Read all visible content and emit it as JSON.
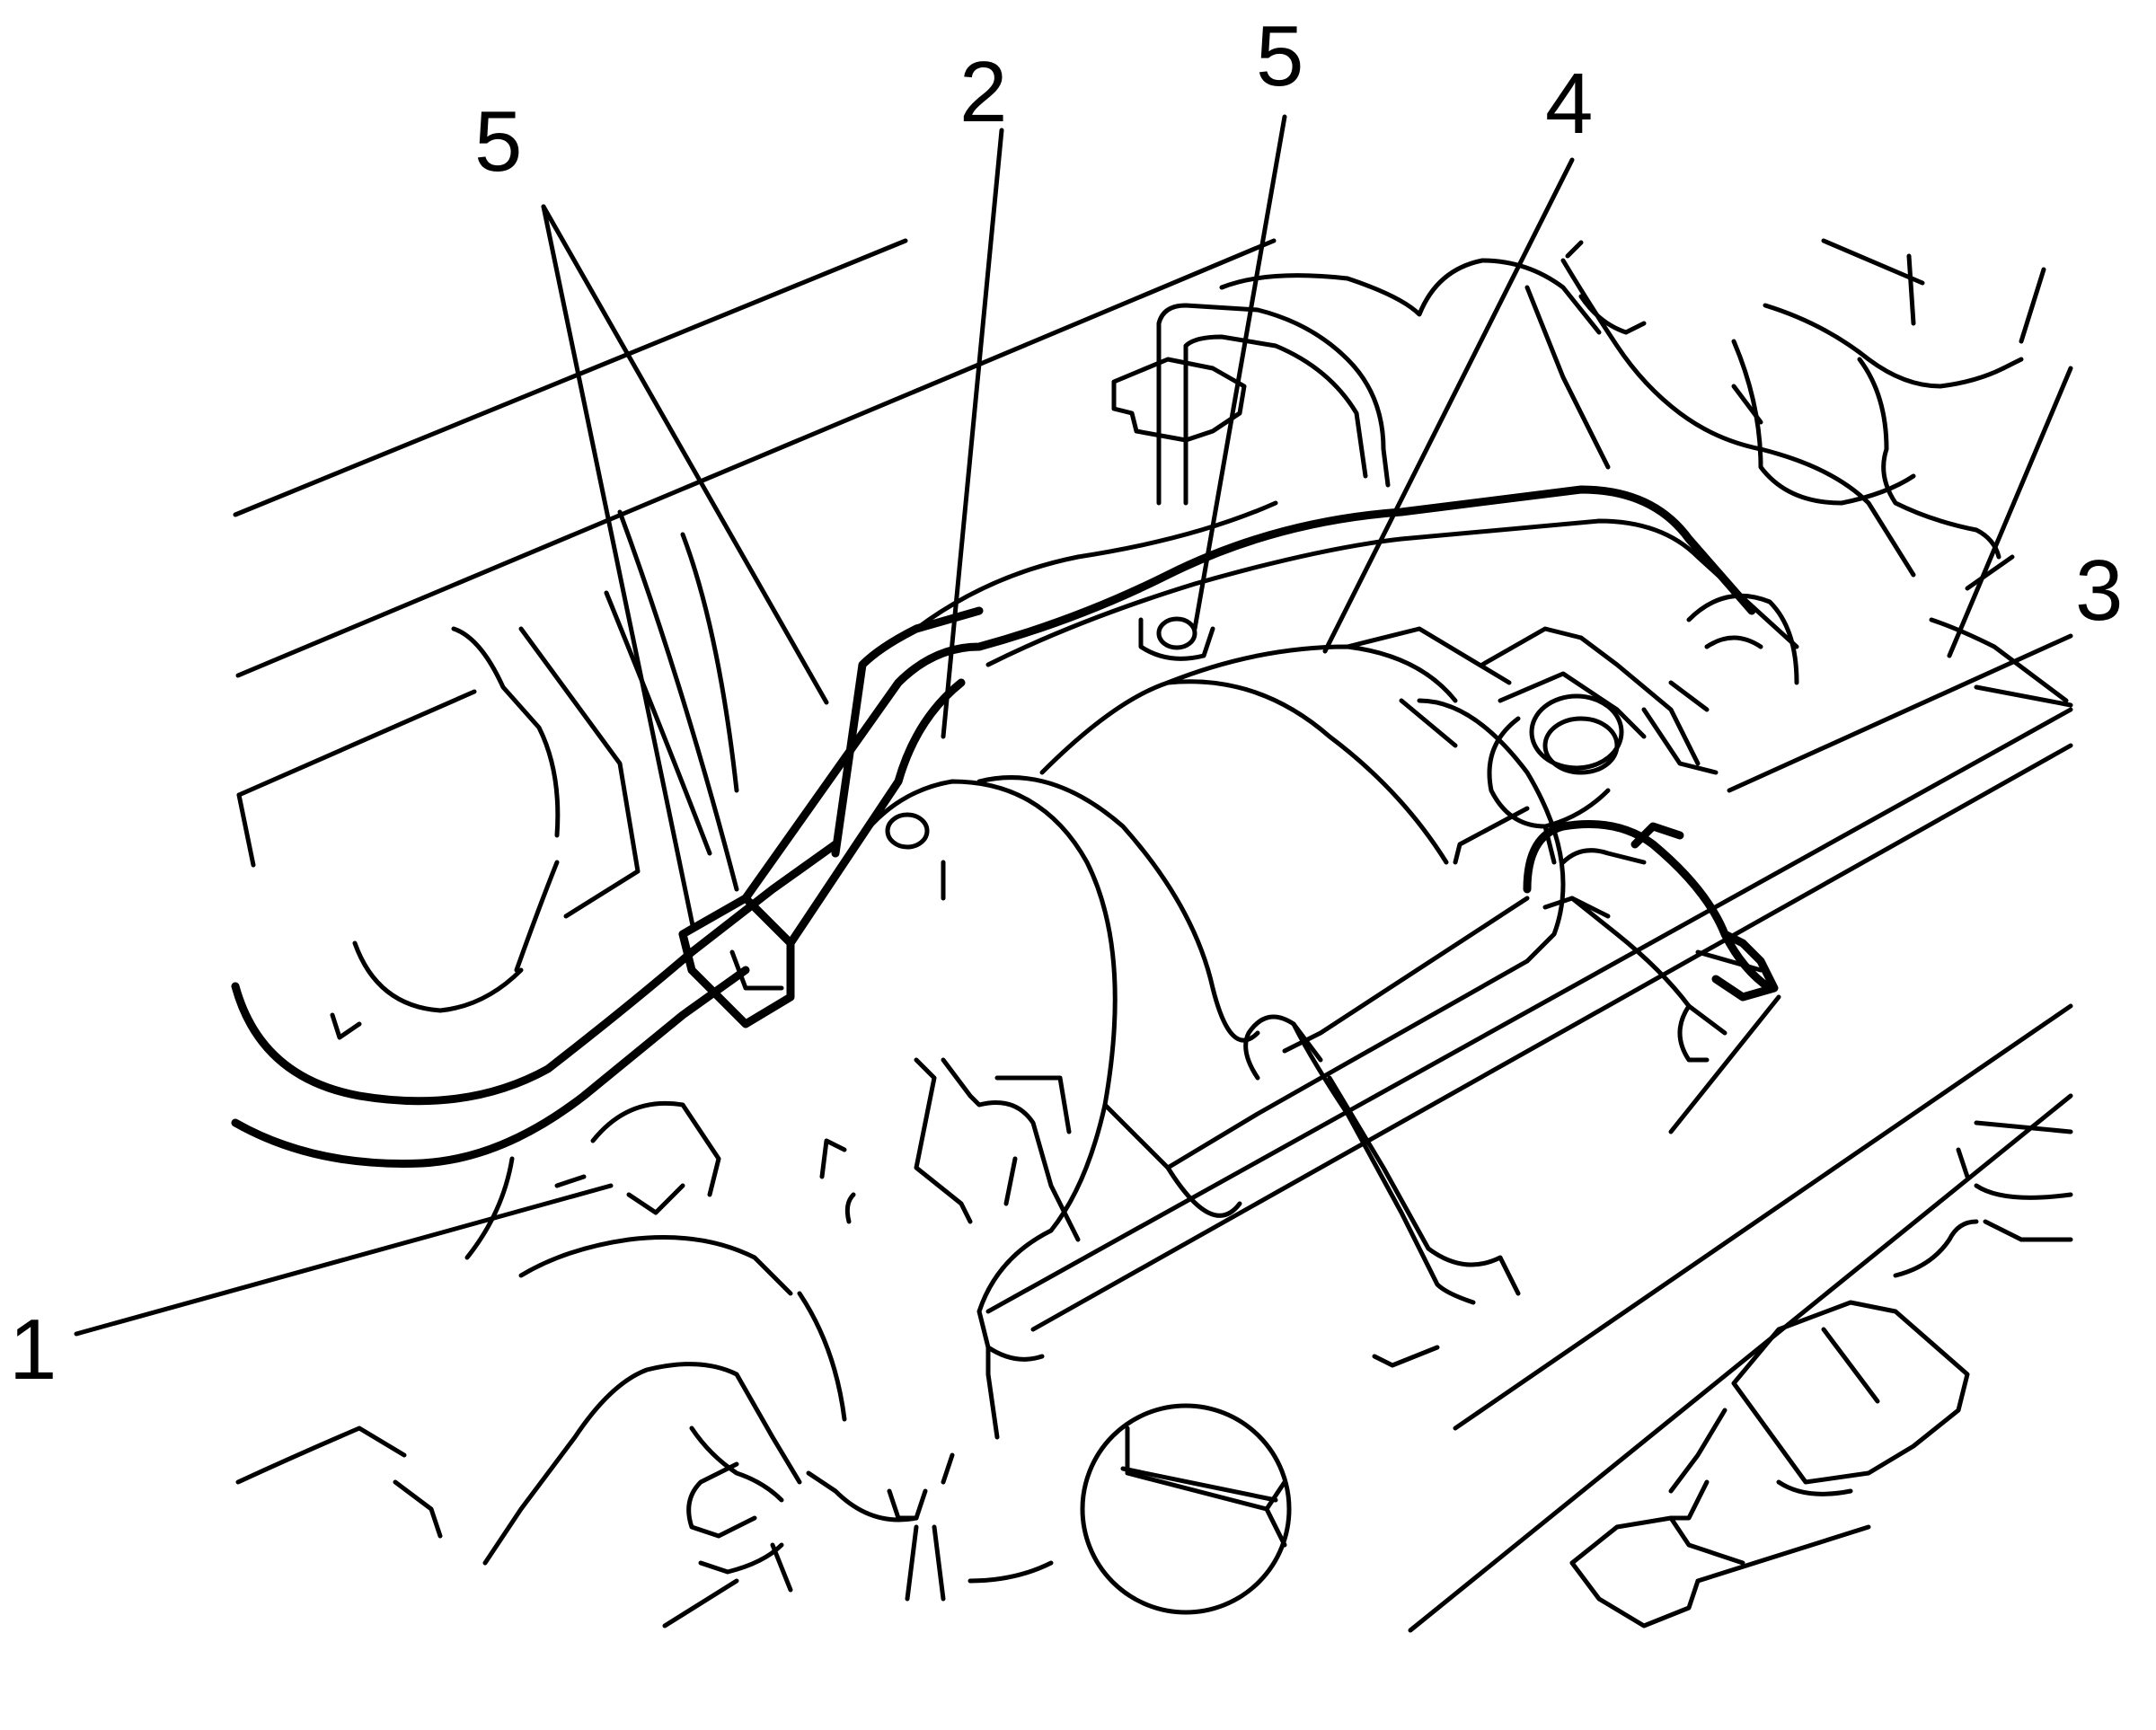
{
  "callouts": [
    {
      "id": "c1",
      "text": "1"
    },
    {
      "id": "c2",
      "text": "2"
    },
    {
      "id": "c3",
      "text": "3"
    },
    {
      "id": "c4",
      "text": "4"
    },
    {
      "id": "c5a",
      "text": "5"
    },
    {
      "id": "c5b",
      "text": "5"
    }
  ]
}
